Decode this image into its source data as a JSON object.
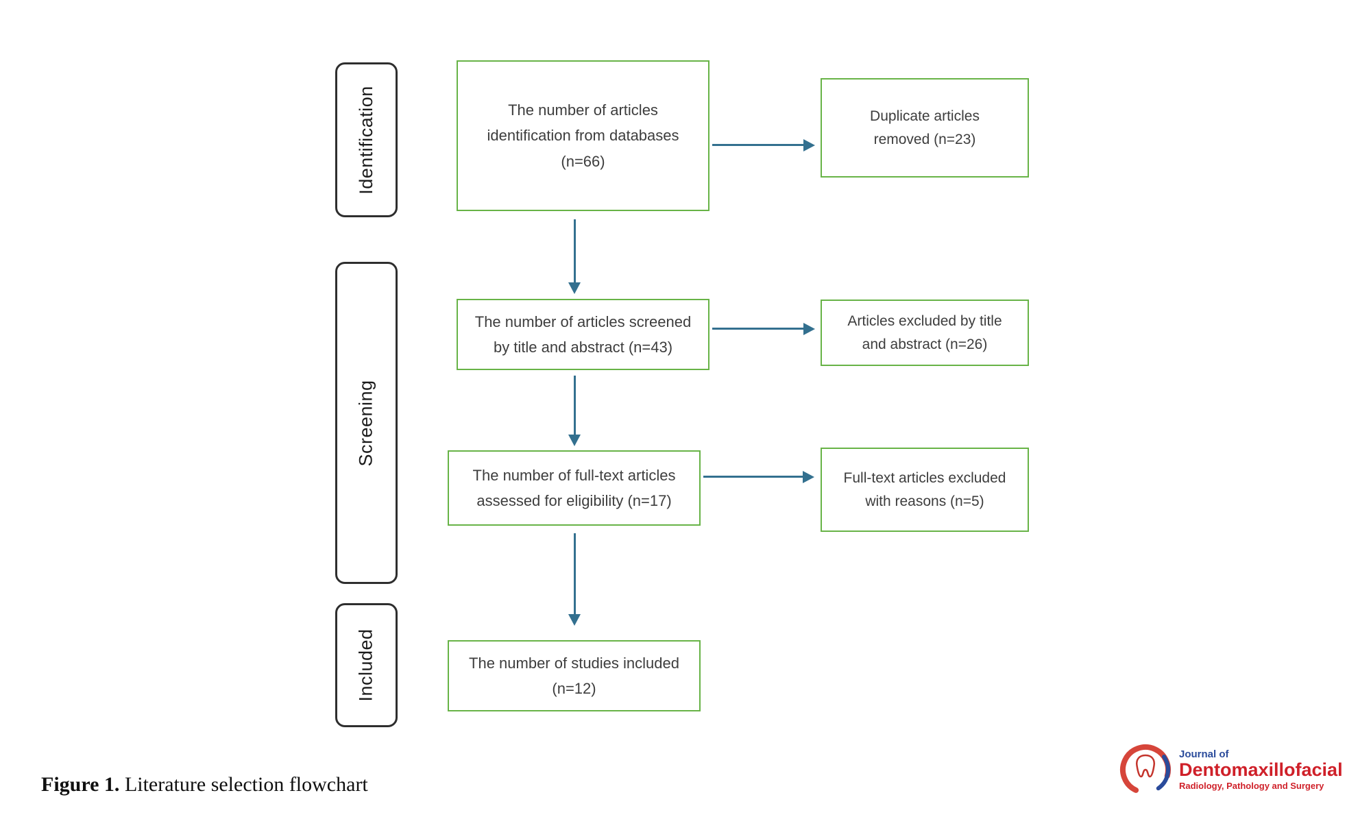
{
  "stages": {
    "identification": "Identification",
    "screening": "Screening",
    "included": "Included"
  },
  "boxes": {
    "main": [
      {
        "text": "The number of articles\nidentification from databases\n(n=66)"
      },
      {
        "text": "The number of articles screened\nby title and abstract (n=43)"
      },
      {
        "text": "The number of full-text articles\nassessed for eligibility (n=17)"
      },
      {
        "text": "The number of studies included\n(n=12)"
      }
    ],
    "side": [
      {
        "text": "Duplicate articles\nremoved (n=23)"
      },
      {
        "text": "Articles excluded by title\nand abstract (n=26)"
      },
      {
        "text": "Full-text articles excluded\nwith reasons (n=5)"
      }
    ]
  },
  "caption": {
    "label": "Figure 1.",
    "text": " Literature selection flowchart"
  },
  "logo": {
    "top": "Journal of",
    "name": "Dentomaxillofacial",
    "sub": "Radiology, Pathology and Surgery"
  },
  "colors": {
    "box_border": "#67b346",
    "arrow": "#33708f",
    "stage_border": "#2e2e2e",
    "text": "#3d3d3d",
    "logo_red": "#cf2029",
    "logo_blue": "#2a4b9b"
  }
}
